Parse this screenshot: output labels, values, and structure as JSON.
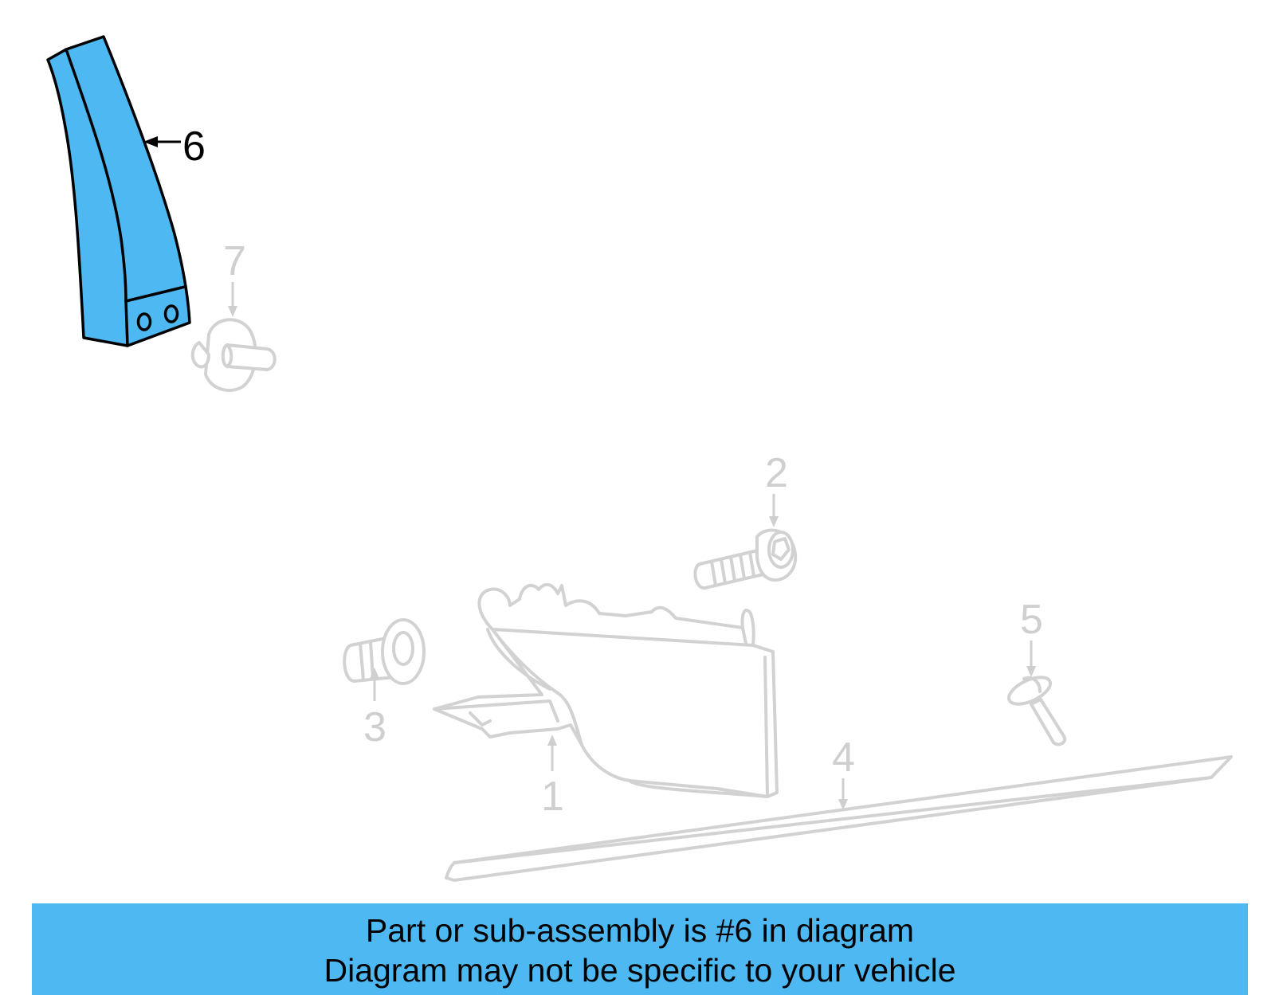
{
  "highlight_color": "#4db8f2",
  "callouts": {
    "c1": "1",
    "c2": "2",
    "c3": "3",
    "c4": "4",
    "c5": "5",
    "c6": "6",
    "c7": "7"
  },
  "highlighted_part": "6",
  "banner": {
    "line1": "Part or sub-assembly is #6 in diagram",
    "line2": "Diagram may not be specific to your vehicle"
  }
}
